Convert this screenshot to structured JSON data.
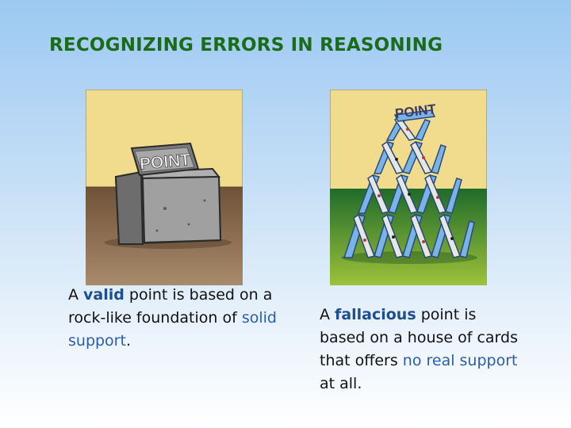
{
  "title": "RECOGNIZING ERRORS IN REASONING",
  "left_panel": {
    "sign_text": "POINT",
    "caption": {
      "p1": "A ",
      "key": "valid",
      "p2": " point is based on a rock-like foundation of ",
      "emph": "solid support",
      "p3": "."
    }
  },
  "right_panel": {
    "sign_text": "POINT",
    "caption": {
      "p1": "A ",
      "key": "fallacious",
      "p2": " point is based on a house of cards that offers ",
      "emph": "no real support",
      "p3": " at all."
    }
  },
  "colors": {
    "title": "#1a6b1a",
    "highlight": "#2a5ea8",
    "sky": "#f0dc8c",
    "ground_rock": "#8a6a4a",
    "ground_grass": "#2e7d32"
  }
}
